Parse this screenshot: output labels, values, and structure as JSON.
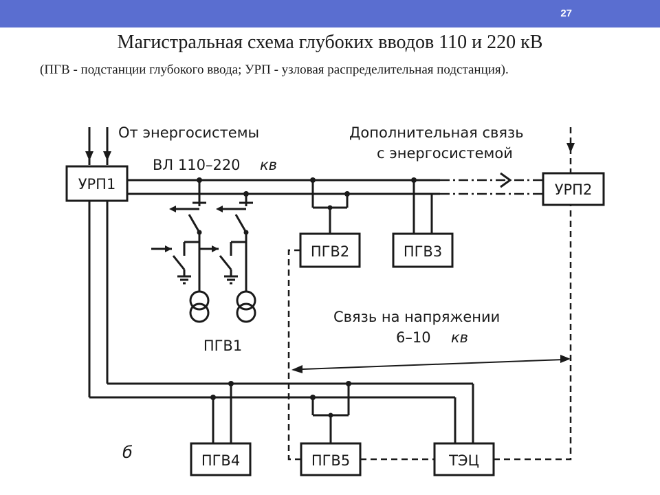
{
  "slide": {
    "page_number": "27",
    "title": "Магистральная схема глубоких вводов 110 и 220 кВ",
    "subtitle": "(ПГВ - подстанции глубокого ввода; УРП - узловая распределительная подстанция)."
  },
  "diagram": {
    "labels": {
      "from_grid": "От энергосистемы",
      "line": "ВЛ 110–220",
      "line_unit": "кв",
      "extra_link_1": "Дополнительная связь",
      "extra_link_2": "с энергосистемой",
      "voltage_link_1": "Связь на напряжении",
      "voltage_link_2": "6–10",
      "voltage_link_unit": "кв",
      "figure_letter": "б"
    },
    "nodes": {
      "urp1": "УРП1",
      "urp2": "УРП2",
      "pgv1": "ПГВ1",
      "pgv2": "ПГВ2",
      "pgv3": "ПГВ3",
      "pgv4": "ПГВ4",
      "pgv5": "ПГВ5",
      "tec": "ТЭЦ"
    }
  }
}
